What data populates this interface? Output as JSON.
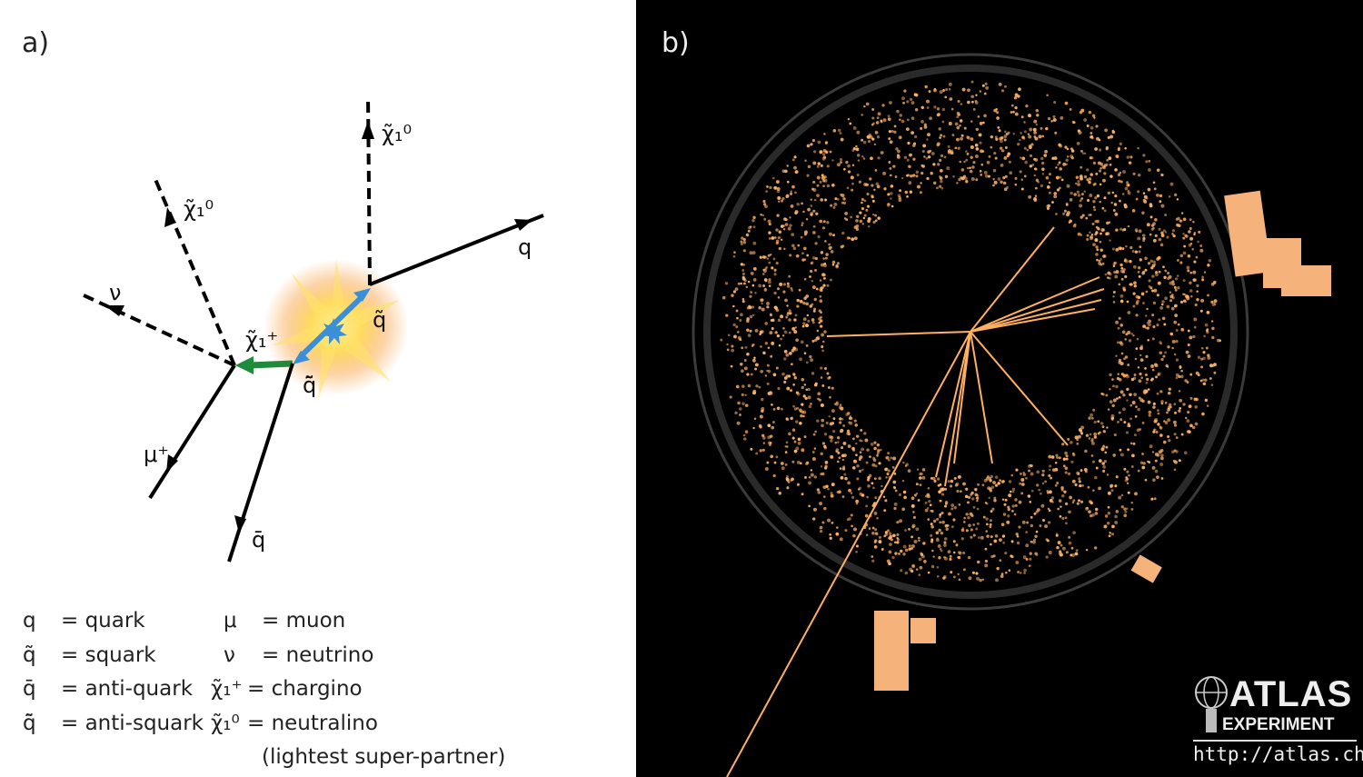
{
  "panel_a": {
    "label": "a)",
    "particle_labels": {
      "neutralino_top": "χ̃₁⁰",
      "neutralino_left": "χ̃₁⁰",
      "neutrino": "ν",
      "chargino": "χ̃₁⁺",
      "squark": "q̃",
      "anti_squark": "q̃̄",
      "quark": "q",
      "muon": "μ⁺",
      "anti_quark": "q̄"
    },
    "colors": {
      "squark_line": "#3a8fd6",
      "chargino_line": "#1f8a3c",
      "glow": "#f7b733"
    },
    "legend": [
      {
        "symbol": "q",
        "meaning": "= quark"
      },
      {
        "symbol": "q̃",
        "meaning": "= squark"
      },
      {
        "symbol": "q̄",
        "meaning": "= anti-quark"
      },
      {
        "symbol": "q̃̄",
        "meaning": "= anti-squark"
      },
      {
        "symbol": "μ",
        "meaning": "= muon"
      },
      {
        "symbol": "ν",
        "meaning": "= neutrino"
      },
      {
        "symbol": "χ̃₁⁺",
        "meaning": "= chargino"
      },
      {
        "symbol": "χ̃₁⁰",
        "meaning": "= neutralino"
      }
    ],
    "legend_note": "(lightest super-partner)"
  },
  "panel_b": {
    "label": "b)",
    "colors": {
      "hits": "#ffb366",
      "tracks": "#ffb060",
      "calorimeter": "#f5b27a"
    },
    "logo": {
      "title": "ATLAS",
      "subtitle": "EXPERIMENT",
      "url": "http://atlas.ch"
    }
  }
}
